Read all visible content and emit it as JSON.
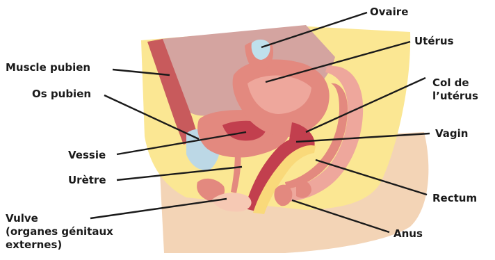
{
  "labels": {
    "ovary": "Ovaire",
    "uterus": "Utérus",
    "cervix": [
      "Col de",
      "l’utérus"
    ],
    "vagina": "Vagin",
    "rectum": "Rectum",
    "anus": "Anus",
    "pubic_muscle": "Muscle pubien",
    "pubic_bone": "Os pubien",
    "bladder": "Vessie",
    "urethra": "Urètre",
    "vulva": [
      "Vulve",
      "(organes génitaux",
      "externes)"
    ]
  },
  "colors": {
    "skin": "#f3d4b6",
    "fat": "#fbe793",
    "cavity": "#d4a4a0",
    "organ": "#e3897f",
    "organ_light": "#eea79c",
    "organ_dark": "#c23f4e",
    "bladder": "#bcd8e6",
    "ovary": "#bfe0ec",
    "leader": "#1a1a1a"
  }
}
